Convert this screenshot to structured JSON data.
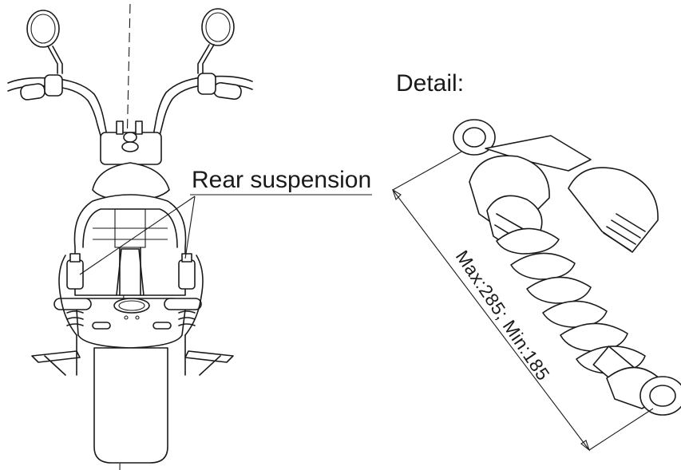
{
  "detail": {
    "title": "Detail:"
  },
  "callout": {
    "text": "Rear suspension"
  },
  "dimension": {
    "text": "Max:285; Min:185"
  }
}
